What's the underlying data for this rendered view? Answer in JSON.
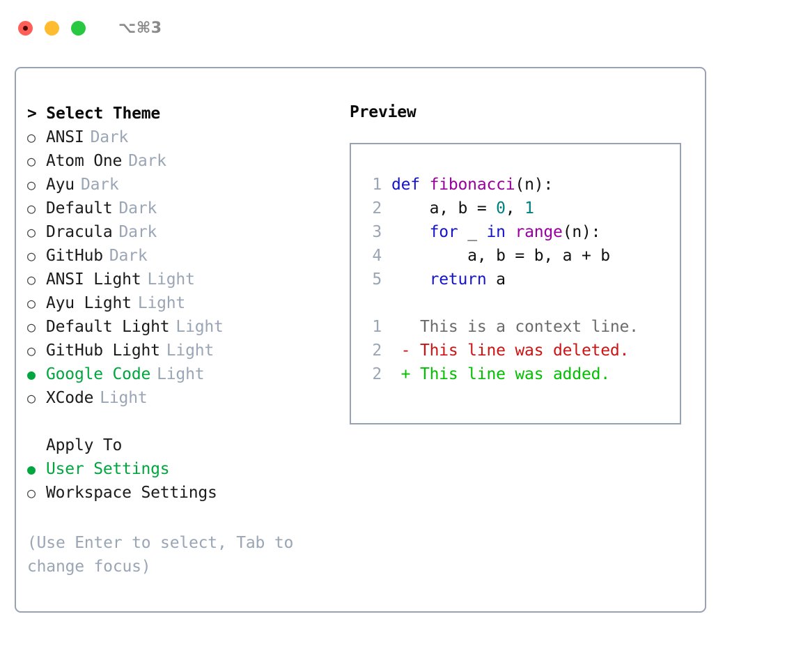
{
  "window": {
    "shortcut": "⌥⌘3",
    "traffic_lights": [
      "close-red",
      "minimize-yellow",
      "maximize-green"
    ]
  },
  "theme_picker": {
    "header": "> Select Theme",
    "marker_unselected": "○",
    "marker_selected": "●",
    "items": [
      {
        "name": "ANSI",
        "variant": "Dark",
        "selected": false
      },
      {
        "name": "Atom One",
        "variant": "Dark",
        "selected": false
      },
      {
        "name": "Ayu",
        "variant": "Dark",
        "selected": false
      },
      {
        "name": "Default",
        "variant": "Dark",
        "selected": false
      },
      {
        "name": "Dracula",
        "variant": "Dark",
        "selected": false
      },
      {
        "name": "GitHub",
        "variant": "Dark",
        "selected": false
      },
      {
        "name": "ANSI Light",
        "variant": "Light",
        "selected": false
      },
      {
        "name": "Ayu Light",
        "variant": "Light",
        "selected": false
      },
      {
        "name": "Default Light",
        "variant": "Light",
        "selected": false
      },
      {
        "name": "GitHub Light",
        "variant": "Light",
        "selected": false
      },
      {
        "name": "Google Code",
        "variant": "Light",
        "selected": true
      },
      {
        "name": "XCode",
        "variant": "Light",
        "selected": false
      }
    ]
  },
  "apply_to": {
    "header": "Apply To",
    "items": [
      {
        "name": "User Settings",
        "selected": true
      },
      {
        "name": "Workspace Settings",
        "selected": false
      }
    ]
  },
  "hint": "(Use Enter to select, Tab to change focus)",
  "preview": {
    "title": "Preview",
    "code_lines": [
      {
        "number": "1",
        "tokens": [
          {
            "text": "def ",
            "kind": "kw"
          },
          {
            "text": "fibonacci",
            "kind": "fn"
          },
          {
            "text": "(n):",
            "kind": "plain"
          }
        ]
      },
      {
        "number": "2",
        "tokens": [
          {
            "text": "    a, b = ",
            "kind": "plain"
          },
          {
            "text": "0",
            "kind": "num"
          },
          {
            "text": ", ",
            "kind": "plain"
          },
          {
            "text": "1",
            "kind": "num"
          }
        ]
      },
      {
        "number": "3",
        "tokens": [
          {
            "text": "    ",
            "kind": "plain"
          },
          {
            "text": "for",
            "kind": "kw"
          },
          {
            "text": " _ ",
            "kind": "plain"
          },
          {
            "text": "in",
            "kind": "kw"
          },
          {
            "text": " ",
            "kind": "plain"
          },
          {
            "text": "range",
            "kind": "fn"
          },
          {
            "text": "(n):",
            "kind": "plain"
          }
        ]
      },
      {
        "number": "4",
        "tokens": [
          {
            "text": "        a, b = b, a + b",
            "kind": "plain"
          }
        ]
      },
      {
        "number": "5",
        "tokens": [
          {
            "text": "    ",
            "kind": "plain"
          },
          {
            "text": "return",
            "kind": "kw"
          },
          {
            "text": " a",
            "kind": "plain"
          }
        ]
      }
    ],
    "diff_lines": [
      {
        "number": "1",
        "sign": " ",
        "text": "This is a context line.",
        "kind": "context"
      },
      {
        "number": "2",
        "sign": "-",
        "text": "This line was deleted.",
        "kind": "deleted"
      },
      {
        "number": "2",
        "sign": "+",
        "text": "This line was added.",
        "kind": "added"
      }
    ]
  },
  "colors": {
    "accent_green": "#00a63e",
    "border": "#98a2b3",
    "muted": "#9aa5b5",
    "keyword": "#1414cc",
    "function": "#99009e",
    "number": "#008080",
    "diff_deleted": "#cc1414",
    "diff_added": "#00c000",
    "diff_context": "#6b6b6b"
  }
}
